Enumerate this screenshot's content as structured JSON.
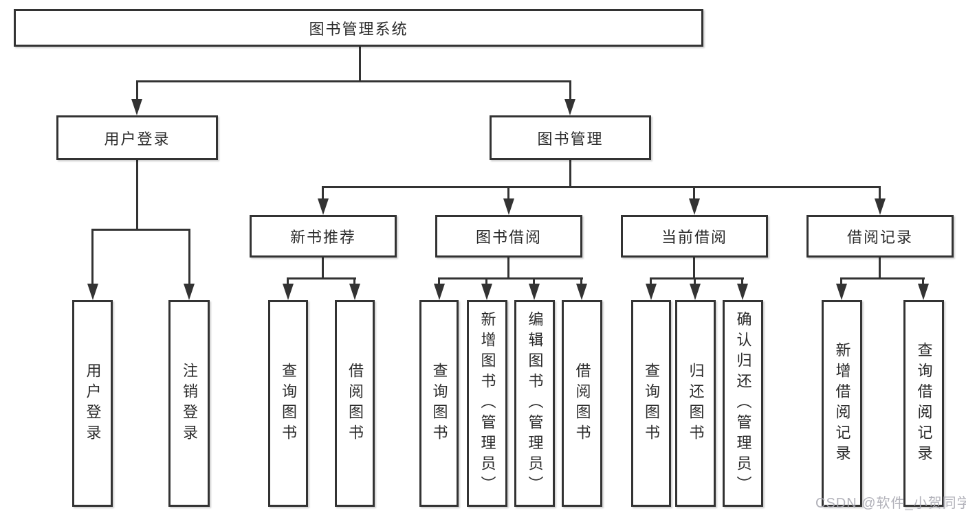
{
  "diagram": {
    "type": "tree",
    "root": {
      "id": "library-management-system",
      "label": "图书管理系统"
    },
    "level2": [
      {
        "id": "user-login",
        "label": "用户登录",
        "parent": "图书管理系统"
      },
      {
        "id": "book-management",
        "label": "图书管理",
        "parent": "图书管理系统"
      }
    ],
    "level3": [
      {
        "id": "new-book-recommendation",
        "label": "新书推荐",
        "parent": "图书管理"
      },
      {
        "id": "book-borrowing",
        "label": "图书借阅",
        "parent": "图书管理"
      },
      {
        "id": "current-borrowing",
        "label": "当前借阅",
        "parent": "图书管理"
      },
      {
        "id": "borrowing-records",
        "label": "借阅记录",
        "parent": "图书管理"
      }
    ],
    "leaves": [
      {
        "id": "user-login-leaf",
        "label": "用户登录",
        "parent": "用户登录"
      },
      {
        "id": "logout",
        "label": "注销登录",
        "parent": "用户登录"
      },
      {
        "id": "query-books-recommend",
        "label": "查询图书",
        "parent": "新书推荐"
      },
      {
        "id": "borrow-books-recommend",
        "label": "借阅图书",
        "parent": "新书推荐"
      },
      {
        "id": "query-books-borrowing",
        "label": "查询图书",
        "parent": "图书借阅"
      },
      {
        "id": "add-books-admin",
        "label": "新增图书（管理员）",
        "parent": "图书借阅"
      },
      {
        "id": "edit-books-admin",
        "label": "编辑图书（管理员）",
        "parent": "图书借阅"
      },
      {
        "id": "borrow-books-borrowing",
        "label": "借阅图书",
        "parent": "图书借阅"
      },
      {
        "id": "query-books-current",
        "label": "查询图书",
        "parent": "当前借阅"
      },
      {
        "id": "return-books",
        "label": "归还图书",
        "parent": "当前借阅"
      },
      {
        "id": "confirm-return-admin",
        "label": "确认归还（管理员）",
        "parent": "当前借阅"
      },
      {
        "id": "add-borrow-record",
        "label": "新增借阅记录",
        "parent": "借阅记录"
      },
      {
        "id": "query-borrow-record",
        "label": "查询借阅记录",
        "parent": "借阅记录"
      }
    ]
  },
  "watermark": {
    "text": "CSDN @软件_小贺同学",
    "color": "#aaaab2"
  },
  "colors": {
    "line": "#333333",
    "border": "#333333",
    "text": "#2b2b2b",
    "background": "#ffffff"
  }
}
